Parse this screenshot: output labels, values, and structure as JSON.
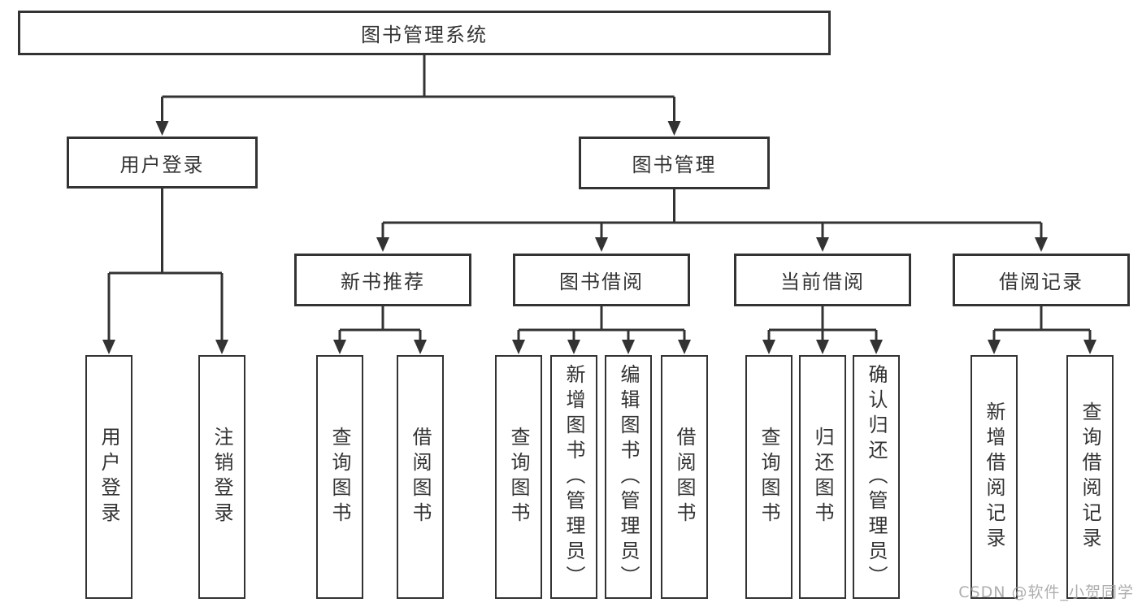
{
  "diagram": {
    "root": {
      "label": "图书管理系统"
    },
    "branches": [
      {
        "label": "用户登录",
        "children": [
          {
            "label": "用户登录"
          },
          {
            "label": "注销登录"
          }
        ]
      },
      {
        "label": "图书管理",
        "children": [
          {
            "label": "新书推荐",
            "children": [
              {
                "label": "查询图书"
              },
              {
                "label": "借阅图书"
              }
            ]
          },
          {
            "label": "图书借阅",
            "children": [
              {
                "label": "查询图书"
              },
              {
                "label": "新增图书（管理员）"
              },
              {
                "label": "编辑图书（管理员）"
              },
              {
                "label": "借阅图书"
              }
            ]
          },
          {
            "label": "当前借阅",
            "children": [
              {
                "label": "查询图书"
              },
              {
                "label": "归还图书"
              },
              {
                "label": "确认归还（管理员）"
              }
            ]
          },
          {
            "label": "借阅记录",
            "children": [
              {
                "label": "新增借阅记录"
              },
              {
                "label": "查询借阅记录"
              }
            ]
          }
        ]
      }
    ]
  },
  "watermark": {
    "text": "CSDN @软件_小贺同学"
  },
  "colors": {
    "line": "#333333",
    "box_border": "#333333",
    "box_fill": "#ffffff",
    "background": "#ffffff",
    "watermark": "#a0a0a0"
  }
}
